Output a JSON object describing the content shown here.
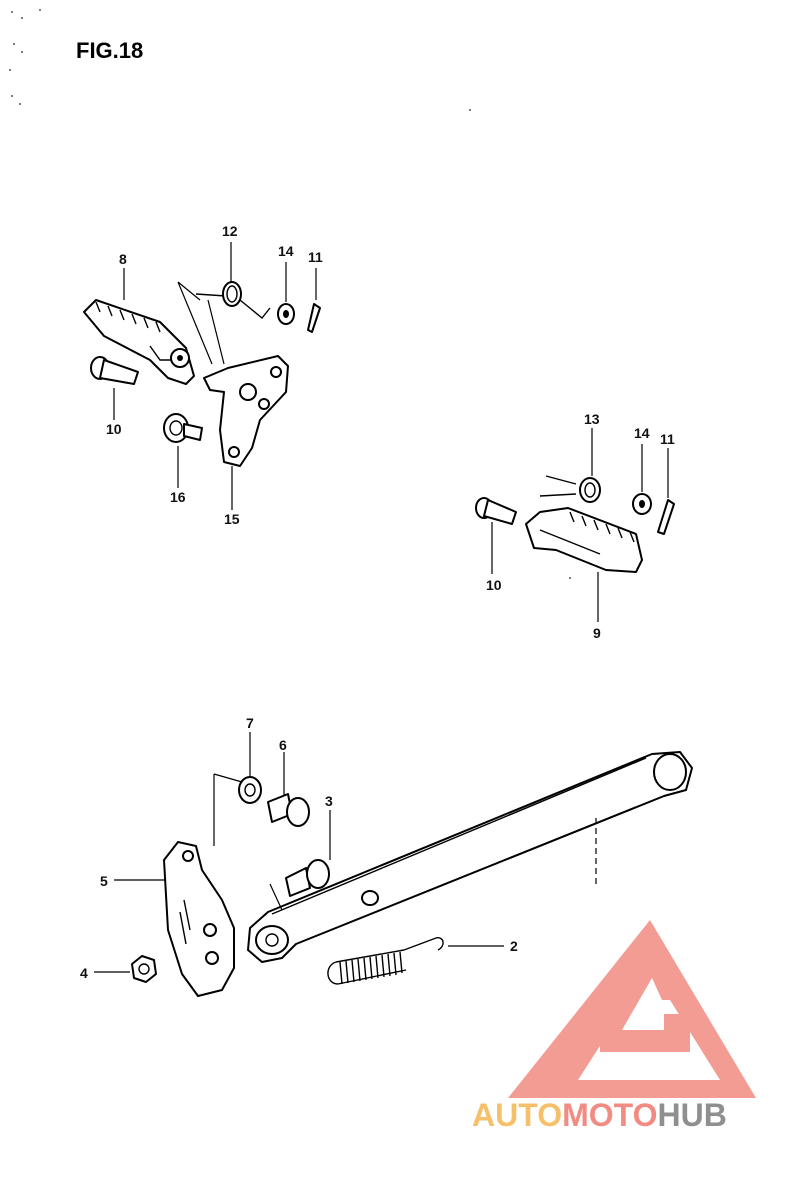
{
  "figure": {
    "title": "FIG.18"
  },
  "callouts": [
    "12",
    "14",
    "11",
    "8",
    "10",
    "16",
    "15",
    "13",
    "14",
    "11",
    "10",
    "9",
    "7",
    "6",
    "3",
    "5",
    "2",
    "4"
  ],
  "watermark": {
    "part1": "AUTO",
    "part2": "MOTO",
    "part3": "HUB",
    "colors": {
      "triangle": "#f28b82",
      "auto": "#f6c06a",
      "moto": "#f28b82",
      "hub": "#8f8f8f"
    }
  }
}
